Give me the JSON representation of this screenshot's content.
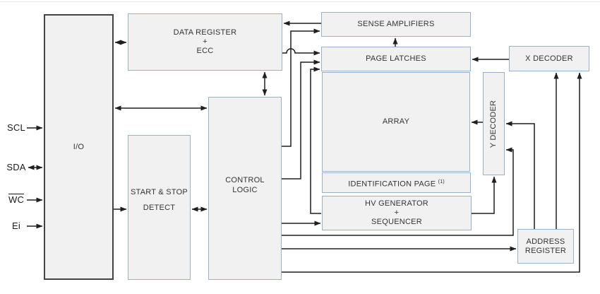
{
  "diagram": {
    "type": "block-diagram",
    "description": "EEPROM functional block diagram",
    "blocks": {
      "io": {
        "label": "I/O"
      },
      "data_register": {
        "lines": [
          "DATA REGISTER",
          "+",
          "ECC"
        ]
      },
      "start_stop_detect": {
        "lines": [
          "START & STOP",
          "DETECT"
        ]
      },
      "control_logic": {
        "lines": [
          "CONTROL",
          "LOGIC"
        ]
      },
      "sense_amplifiers": {
        "label": "SENSE AMPLIFIERS"
      },
      "page_latches": {
        "label": "PAGE LATCHES"
      },
      "array": {
        "label": "ARRAY"
      },
      "identification_page": {
        "label": "IDENTIFICATION PAGE",
        "note": "(1)"
      },
      "hv_generator": {
        "lines": [
          "HV GENERATOR",
          "+",
          "SEQUENCER"
        ]
      },
      "x_decoder": {
        "label": "X DECODER"
      },
      "y_decoder": {
        "label": "Y DECODER"
      },
      "address_register": {
        "lines": [
          "ADDRESS",
          "REGISTER"
        ]
      }
    },
    "pins": [
      {
        "label": "SCL",
        "direction": "input"
      },
      {
        "label": "SDA",
        "direction": "bidirectional"
      },
      {
        "label": "WC",
        "direction": "input",
        "overline": true
      },
      {
        "label": "Ei",
        "direction": "input"
      }
    ],
    "colors": {
      "background": "#ffffff",
      "box_fill": "#f1f1f1",
      "box_border_blue": "#9ab1c7",
      "io_border_dark": "#434343",
      "wire": "#1f1f1f",
      "label_text": "#333333",
      "pin_text": "#1a1a1a"
    }
  }
}
